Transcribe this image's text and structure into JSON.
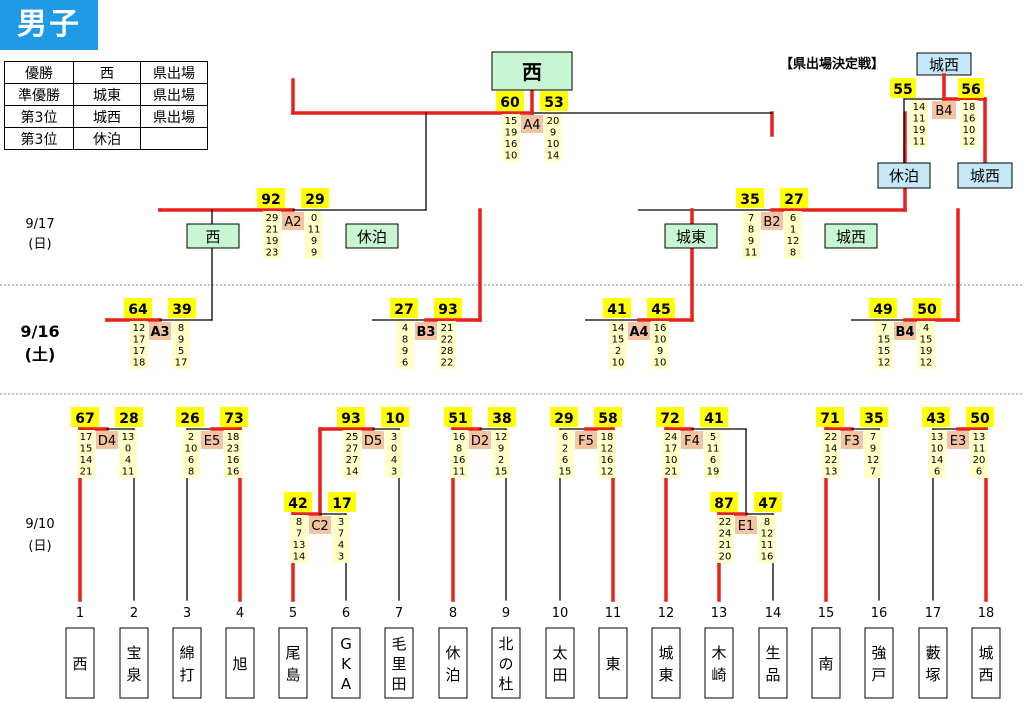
{
  "title": "男子",
  "results": [
    {
      "rank": "優勝",
      "team": "西",
      "note": "県出場"
    },
    {
      "rank": "準優勝",
      "team": "城東",
      "note": "県出場"
    },
    {
      "rank": "第3位",
      "team": "城西",
      "note": "県出場"
    },
    {
      "rank": "第3位",
      "team": "休泊",
      "note": ""
    }
  ],
  "dates": [
    {
      "date": "9/17",
      "day": "(日)"
    },
    {
      "date": "9/16",
      "day": "(土)"
    },
    {
      "date": "9/10",
      "day": "(日)"
    }
  ],
  "playoff_label": "【県出場決定戦】",
  "champion": "西",
  "slot_numbers": [
    "1",
    "2",
    "3",
    "4",
    "5",
    "6",
    "7",
    "8",
    "9",
    "10",
    "11",
    "12",
    "13",
    "14",
    "15",
    "16",
    "17",
    "18"
  ],
  "teams": [
    "西",
    "宝泉",
    "綿打",
    "旭",
    "尾島",
    "GKA",
    "毛里田",
    "休泊",
    "北の杜",
    "太田",
    "東",
    "城東",
    "木崎",
    "生品",
    "南",
    "強戸",
    "藪塚",
    "城西"
  ],
  "semi_tags": [
    "西",
    "休泊",
    "城東",
    "城西"
  ],
  "playoff": {
    "top": "城西",
    "left": "休泊",
    "right": "城西",
    "code": "B4",
    "score_l": "55",
    "score_r": "56",
    "q_l": [
      "14",
      "11",
      "19",
      "11"
    ],
    "q_r": [
      "18",
      "16",
      "10",
      "12"
    ]
  },
  "games": [
    {
      "code": "A4",
      "score_l": "60",
      "score_r": "53",
      "q_l": [
        "15",
        "19",
        "16",
        "10"
      ],
      "q_r": [
        "20",
        "9",
        "10",
        "14"
      ],
      "bold": false
    },
    {
      "code": "A2",
      "score_l": "92",
      "score_r": "29",
      "q_l": [
        "29",
        "21",
        "19",
        "23"
      ],
      "q_r": [
        "0",
        "11",
        "9",
        "9"
      ],
      "bold": false
    },
    {
      "code": "B2",
      "score_l": "35",
      "score_r": "27",
      "q_l": [
        "7",
        "8",
        "9",
        "11"
      ],
      "q_r": [
        "6",
        "1",
        "12",
        "8"
      ],
      "bold": false
    },
    {
      "code": "A3",
      "score_l": "64",
      "score_r": "39",
      "q_l": [
        "12",
        "17",
        "17",
        "18"
      ],
      "q_r": [
        "8",
        "9",
        "5",
        "17"
      ],
      "bold": true
    },
    {
      "code": "B3",
      "score_l": "27",
      "score_r": "93",
      "q_l": [
        "4",
        "8",
        "9",
        "6"
      ],
      "q_r": [
        "21",
        "22",
        "28",
        "22"
      ],
      "bold": true
    },
    {
      "code": "A4",
      "score_l": "41",
      "score_r": "45",
      "q_l": [
        "14",
        "15",
        "2",
        "10"
      ],
      "q_r": [
        "16",
        "10",
        "9",
        "10"
      ],
      "bold": true
    },
    {
      "code": "B4",
      "score_l": "49",
      "score_r": "50",
      "q_l": [
        "7",
        "15",
        "15",
        "12"
      ],
      "q_r": [
        "4",
        "15",
        "19",
        "12"
      ],
      "bold": true
    },
    {
      "code": "D4",
      "score_l": "67",
      "score_r": "28",
      "q_l": [
        "17",
        "15",
        "14",
        "21"
      ],
      "q_r": [
        "13",
        "0",
        "4",
        "11"
      ],
      "bold": false
    },
    {
      "code": "E5",
      "score_l": "26",
      "score_r": "73",
      "q_l": [
        "2",
        "10",
        "6",
        "8"
      ],
      "q_r": [
        "18",
        "23",
        "16",
        "16"
      ],
      "bold": false
    },
    {
      "code": "D5",
      "score_l": "93",
      "score_r": "10",
      "q_l": [
        "25",
        "27",
        "27",
        "14"
      ],
      "q_r": [
        "3",
        "0",
        "4",
        "3"
      ],
      "bold": false
    },
    {
      "code": "D2",
      "score_l": "51",
      "score_r": "38",
      "q_l": [
        "16",
        "8",
        "16",
        "11"
      ],
      "q_r": [
        "12",
        "9",
        "2",
        "15"
      ],
      "bold": false
    },
    {
      "code": "F5",
      "score_l": "29",
      "score_r": "58",
      "q_l": [
        "6",
        "2",
        "6",
        "15"
      ],
      "q_r": [
        "18",
        "12",
        "16",
        "12"
      ],
      "bold": false
    },
    {
      "code": "F4",
      "score_l": "72",
      "score_r": "41",
      "q_l": [
        "24",
        "17",
        "10",
        "21"
      ],
      "q_r": [
        "5",
        "11",
        "6",
        "19"
      ],
      "bold": false
    },
    {
      "code": "F3",
      "score_l": "71",
      "score_r": "35",
      "q_l": [
        "22",
        "14",
        "22",
        "13"
      ],
      "q_r": [
        "7",
        "9",
        "12",
        "7"
      ],
      "bold": false
    },
    {
      "code": "E3",
      "score_l": "43",
      "score_r": "50",
      "q_l": [
        "13",
        "10",
        "14",
        "6"
      ],
      "q_r": [
        "13",
        "11",
        "20",
        "6"
      ],
      "bold": false
    },
    {
      "code": "C2",
      "score_l": "42",
      "score_r": "17",
      "q_l": [
        "8",
        "7",
        "13",
        "14"
      ],
      "q_r": [
        "3",
        "7",
        "4",
        "3"
      ],
      "bold": false
    },
    {
      "code": "E1",
      "score_l": "87",
      "score_r": "47",
      "q_l": [
        "22",
        "24",
        "21",
        "20"
      ],
      "q_r": [
        "8",
        "12",
        "11",
        "16"
      ],
      "bold": false
    }
  ],
  "colors": {
    "win": "#e8211b",
    "line": "#000000",
    "score": "#ffff00",
    "quarter": "#ffffc8",
    "code": "#f4c3a0",
    "green_tag": "#c8f5d2",
    "blue_tag": "#c5e8f8",
    "title_bg": "#1e9ae6"
  }
}
